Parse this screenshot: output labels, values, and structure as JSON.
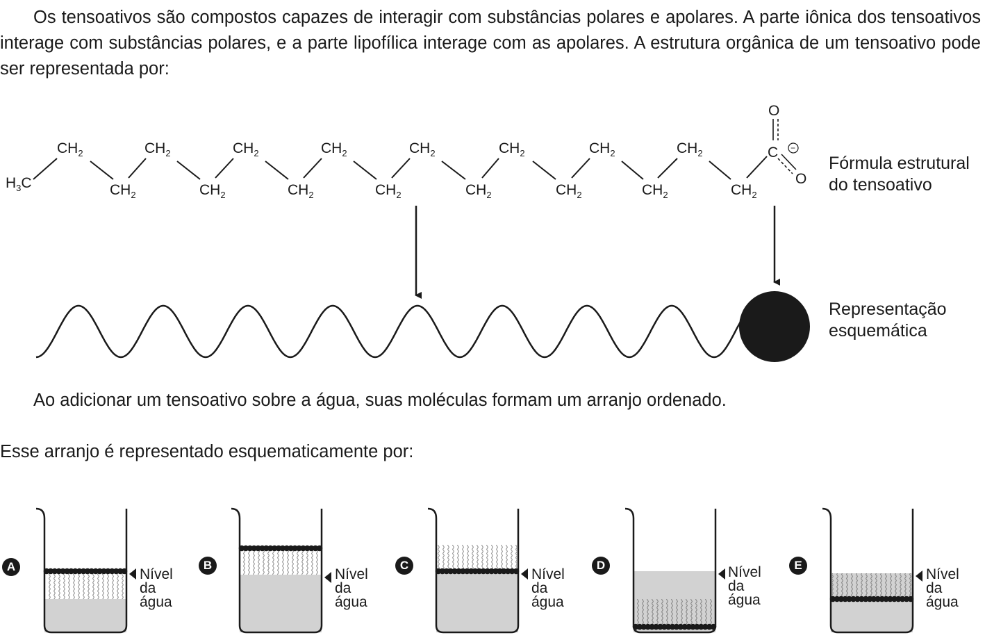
{
  "intro": "Os tensoativos são compostos capazes de interagir com substâncias polares e apolares. A parte iônica dos tensoativos interage com substâncias polares, e a parte lipofílica interage com as apolares. A estrutura orgânica de um tensoativo pode ser representada por:",
  "formula": {
    "ch3": {
      "main": "H",
      "sub": "3",
      "tail": "C"
    },
    "ch2": {
      "main": "CH",
      "sub": "2"
    },
    "carbon": "C",
    "oxygen": "O",
    "charge": "−",
    "label_line1": "Fórmula estrutural",
    "label_line2": "do tensoativo"
  },
  "schema": {
    "label_line1": "Representação",
    "label_line2": "esquemática"
  },
  "middle": "Ao adicionar um tensoativo sobre a água, suas moléculas formam um arranjo ordenado.",
  "question": "Esse arranjo é representado esquematicamente por:",
  "options": [
    {
      "letter": "A",
      "level_line1": "Nível",
      "level_line2": "da",
      "level_line3": "água"
    },
    {
      "letter": "B",
      "level_line1": "Nível",
      "level_line2": "da",
      "level_line3": "água"
    },
    {
      "letter": "C",
      "level_line1": "Nível",
      "level_line2": "da",
      "level_line3": "água"
    },
    {
      "letter": "D",
      "level_line1": "Nível",
      "level_line2": "da",
      "level_line3": "água"
    },
    {
      "letter": "E",
      "level_line1": "Nível",
      "level_line2": "da",
      "level_line3": "água"
    }
  ]
}
